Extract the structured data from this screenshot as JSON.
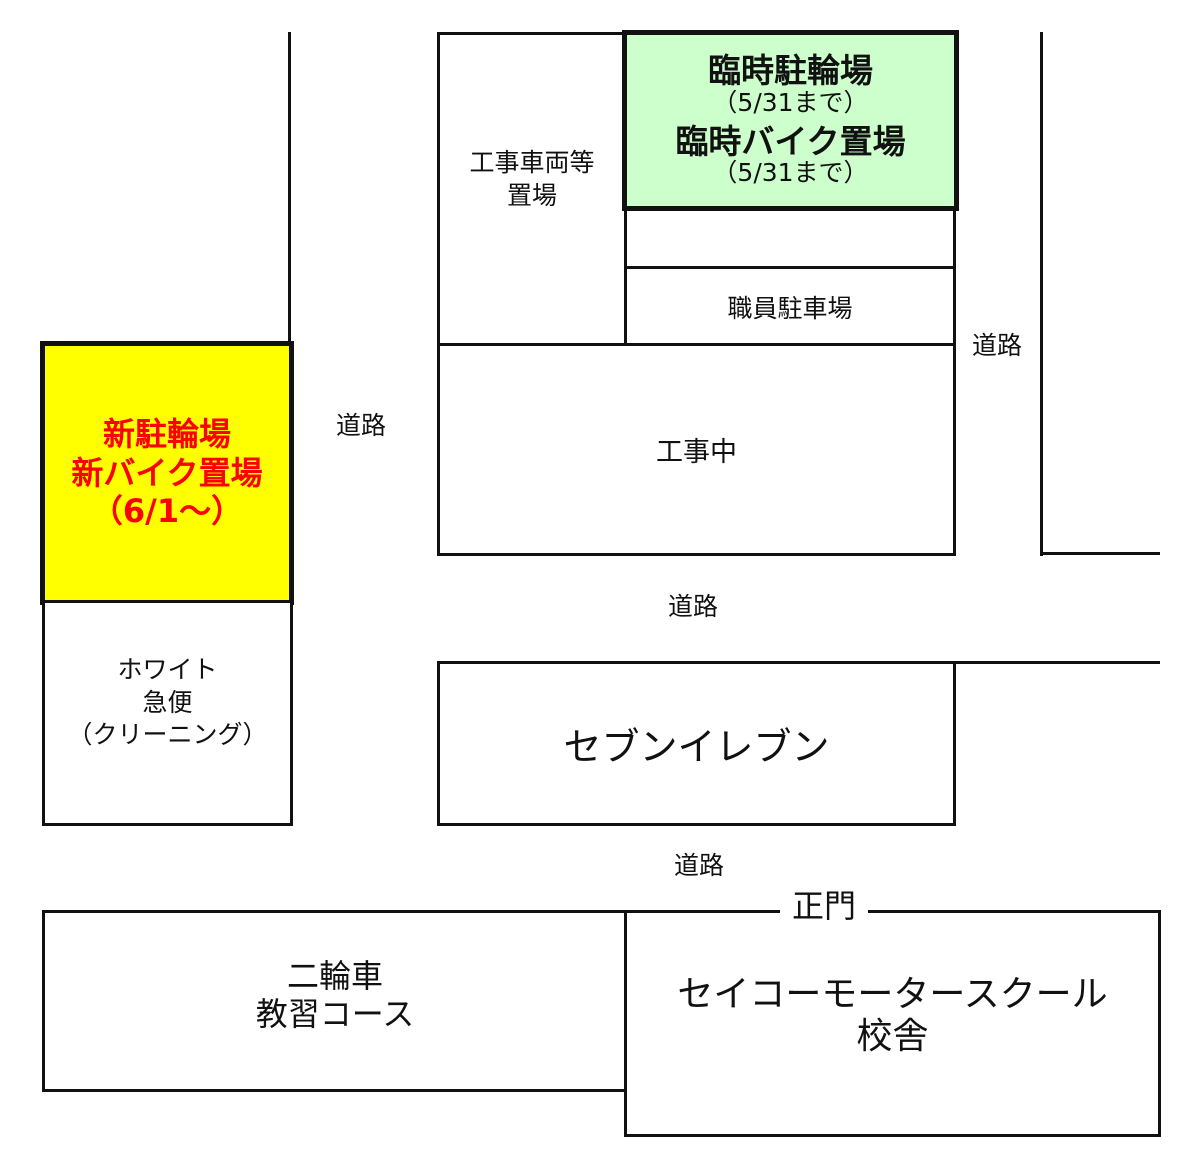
{
  "colors": {
    "line": "#111111",
    "new_parking_fill": "#ffff00",
    "new_parking_text": "#ff0000",
    "temp_parking_fill": "#ccffcc",
    "background": "#ffffff"
  },
  "labels": {
    "new_parking": {
      "line1": "新駐輪場",
      "line2": "新バイク置場",
      "line3": "（6/1～）"
    },
    "white_kyubin": {
      "line1": "ホワイト",
      "line2": "急便",
      "line3": "（クリーニング）"
    },
    "construction_vehicle_area": {
      "line1": "工事車両等",
      "line2": "置場"
    },
    "temp_bicycle_parking": {
      "title": "臨時駐輪場",
      "until": "（5/31まで）"
    },
    "temp_bike_parking": {
      "title": "臨時バイク置場",
      "until": "（5/31まで）"
    },
    "staff_parking": "職員駐車場",
    "under_construction": "工事中",
    "seven_eleven": "セブンイレブン",
    "road_left": "道路",
    "road_right": "道路",
    "road_middle": "道路",
    "road_bottom": "道路",
    "main_gate": "正門",
    "motorcycle_course": {
      "line1": "二輪車",
      "line2": "教習コース"
    },
    "school_building": {
      "line1": "セイコーモータースクール",
      "line2": "校舎"
    }
  }
}
